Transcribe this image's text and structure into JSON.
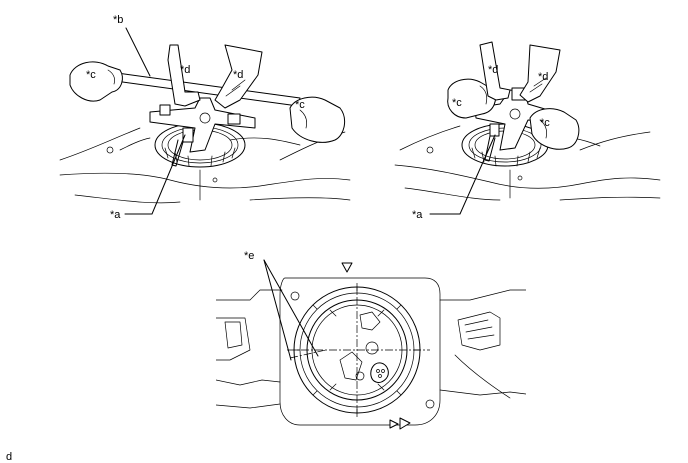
{
  "labels": {
    "a": "*a",
    "b": "*b",
    "c": "*c",
    "d": "*d",
    "e": "*e"
  },
  "footer_code": "d"
}
